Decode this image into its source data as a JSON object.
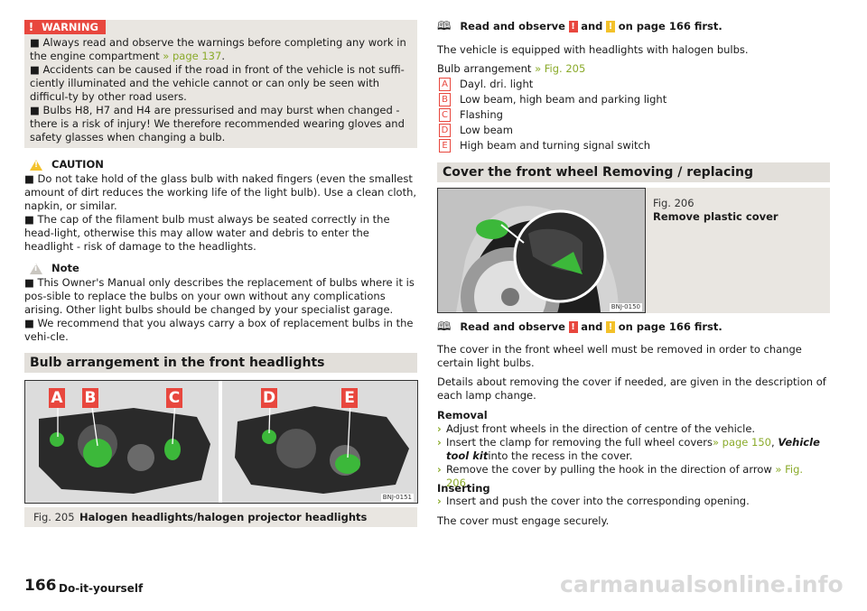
{
  "warning": {
    "title": "WARNING",
    "items": [
      {
        "text": "■ Always read and observe the warnings before completing any work in the engine compartment ",
        "link": "» page 137",
        "tail": "."
      },
      {
        "text": "■ Accidents can be caused if the road in front of the vehicle is not suffi-ciently illuminated and the vehicle cannot or can only be seen with difficul-ty by other road users."
      },
      {
        "text": "■ Bulbs H8, H7 and H4 are pressurised and may burst when changed - there is a risk of injury! We therefore recommended wearing gloves and safety glasses when changing a bulb."
      }
    ]
  },
  "caution": {
    "title": "CAUTION",
    "items": [
      "■ Do not take hold of the glass bulb with naked fingers (even the smallest amount of dirt reduces the working life of the light bulb). Use a clean cloth, napkin, or similar.",
      "■ The cap of the filament bulb must always be seated correctly in the head-light, otherwise this may allow water and debris to enter the headlight - risk of damage to the headlights."
    ]
  },
  "note": {
    "title": "Note",
    "items": [
      "■ This Owner's Manual only describes the replacement of bulbs where it is pos-sible to replace the bulbs on your own without any complications arising. Other light bulbs should be changed by your specialist garage.",
      "■ We recommend that you always carry a box of replacement bulbs in the vehi-cle."
    ]
  },
  "section1": {
    "title": "Bulb arrangement in the front headlights"
  },
  "fig205": {
    "labels": [
      "A",
      "B",
      "C",
      "D",
      "E"
    ],
    "code": "BNJ-0151",
    "number": "Fig. 205",
    "caption": "Halogen headlights/halogen projector headlights"
  },
  "read_observe": {
    "prefix": "Read and observe",
    "and": "and",
    "suffix": "on page 166 first."
  },
  "intro": "The vehicle is equipped with headlights with halogen bulbs.",
  "bulb_arrangement": {
    "label": "Bulb arrangement",
    "link": "» Fig. 205",
    "items": [
      {
        "key": "A",
        "text": "Dayl. dri. light"
      },
      {
        "key": "B",
        "text": "Low beam, high beam and parking light"
      },
      {
        "key": "C",
        "text": "Flashing"
      },
      {
        "key": "D",
        "text": "Low beam"
      },
      {
        "key": "E",
        "text": "High beam and turning signal switch"
      }
    ]
  },
  "section2": {
    "title": "Cover the front wheel Removing / replacing"
  },
  "fig206": {
    "number": "Fig. 206",
    "caption": "Remove plastic cover",
    "code": "BNJ-0150"
  },
  "cover_text1": "The cover in the front wheel well must be removed in order to change certain light bulbs.",
  "cover_text2": "Details about removing the cover if needed, are given in the description of each lamp change.",
  "removal": {
    "title": "Removal",
    "step1": "Adjust front wheels in the direction of centre of the vehicle.",
    "step2a": "Insert the clamp for removing the full wheel covers",
    "step2link": "» page 150",
    "step2b": ", ",
    "step2italic": "Vehicle tool kit",
    "step2c": "into the recess in the cover.",
    "step3a": "Remove the cover by pulling the hook in the direction of arrow ",
    "step3link": "» Fig. 206",
    "step3b": "."
  },
  "inserting": {
    "title": "Inserting",
    "step1": "Insert and push the cover into the corresponding opening."
  },
  "engage": "The cover must engage securely.",
  "footer": {
    "page": "166",
    "chapter": "Do-it-yourself"
  },
  "watermark": "carmanualsonline.info"
}
